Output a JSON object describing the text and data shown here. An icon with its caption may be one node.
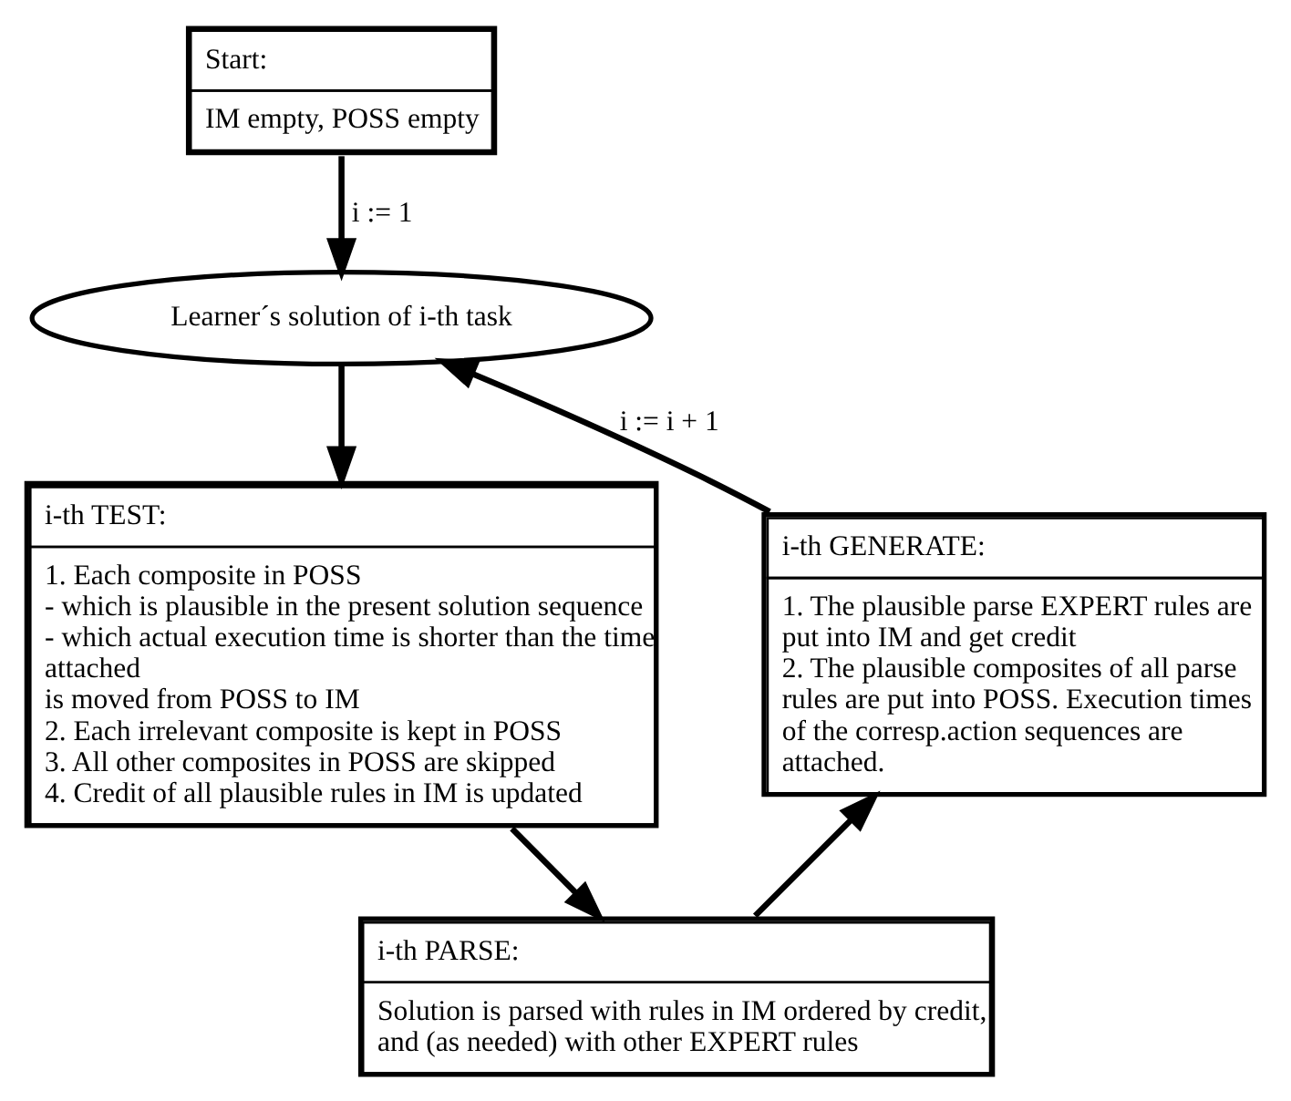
{
  "diagram": {
    "nodes": [
      {
        "text": [
          "Start:",
          "IM empty, POSS empty"
        ]
      },
      {
        "text": [
          "Learner´s solution of i-th task"
        ]
      },
      {
        "text": [
          "i-th TEST:",
          "1. Each composite in POSS",
          "- which is plausible in the present solution sequence",
          "- which actual execution time is shorter than the time attached",
          "is moved from POSS to IM",
          "2. Each irrelevant composite is kept in POSS",
          "3. All other composites in POSS are skipped",
          "4. Credit of all plausible rules in IM is updated"
        ]
      },
      {
        "text": [
          "i-th PARSE:",
          "Solution is parsed with rules in IM ordered by credit, and (as needed) with other EXPERT rules"
        ]
      },
      {
        "text": [
          "i-th GENERATE:",
          "1. The plausible parse EXPERT rules are put into IM and get credit",
          "2. The plausible composites of all parse rules are put into POSS. Execution times of the corresp.action sequences are attached."
        ]
      }
    ],
    "edges": [
      {
        "from": 0,
        "to": 1,
        "arrow": "to",
        "label": "i := 1"
      },
      {
        "from": 1,
        "to": 2,
        "arrow": "to"
      },
      {
        "from": 2,
        "to": 3,
        "arrow": "to"
      },
      {
        "from": 3,
        "to": 4,
        "arrow": "to"
      },
      {
        "from": 4,
        "to": 1,
        "arrow": "to",
        "label": "i := i + 1"
      }
    ]
  }
}
